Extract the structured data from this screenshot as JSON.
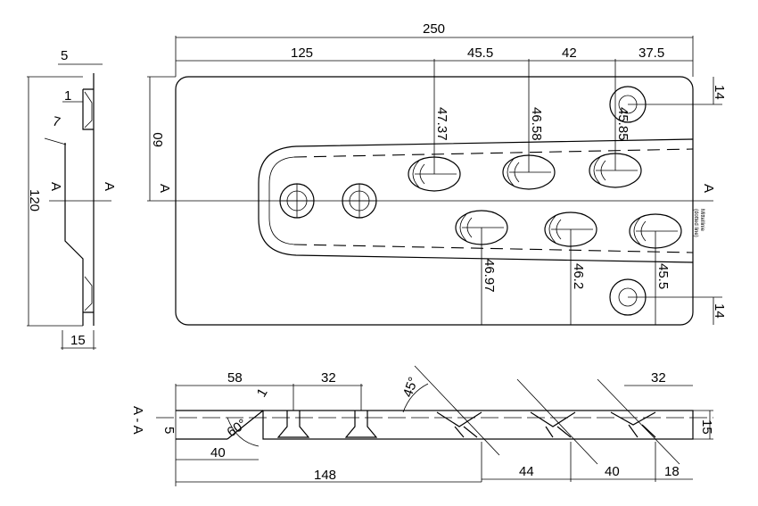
{
  "dimensions": {
    "top": {
      "overall": "250",
      "d125": "125",
      "d45_5": "45.5",
      "d42": "42",
      "d37_5": "37.5"
    },
    "plate": {
      "h60": "60",
      "r14_top": "14",
      "r14_bottom": "14"
    },
    "hole_spacing_top": [
      "47.37",
      "46.58",
      "45.85"
    ],
    "hole_spacing_bottom": [
      "46.97",
      "46.2",
      "45.5"
    ],
    "side": {
      "d5": "5",
      "d1": "1",
      "d7": "7",
      "d120": "120",
      "d15": "15"
    },
    "section": {
      "d58": "58",
      "d32_left": "32",
      "d32_right": "32",
      "d1": "1",
      "d5": "5",
      "d40_left": "40",
      "a60": "60°",
      "a45": "45°",
      "d148": "148",
      "d44": "44",
      "d40_right": "40",
      "d18": "18",
      "d15": "15"
    }
  },
  "labels": {
    "section_marker": "A",
    "section_title": "A - A",
    "centerline_note": "Mittellinie",
    "centerline_subnote": "(dotted line)"
  }
}
